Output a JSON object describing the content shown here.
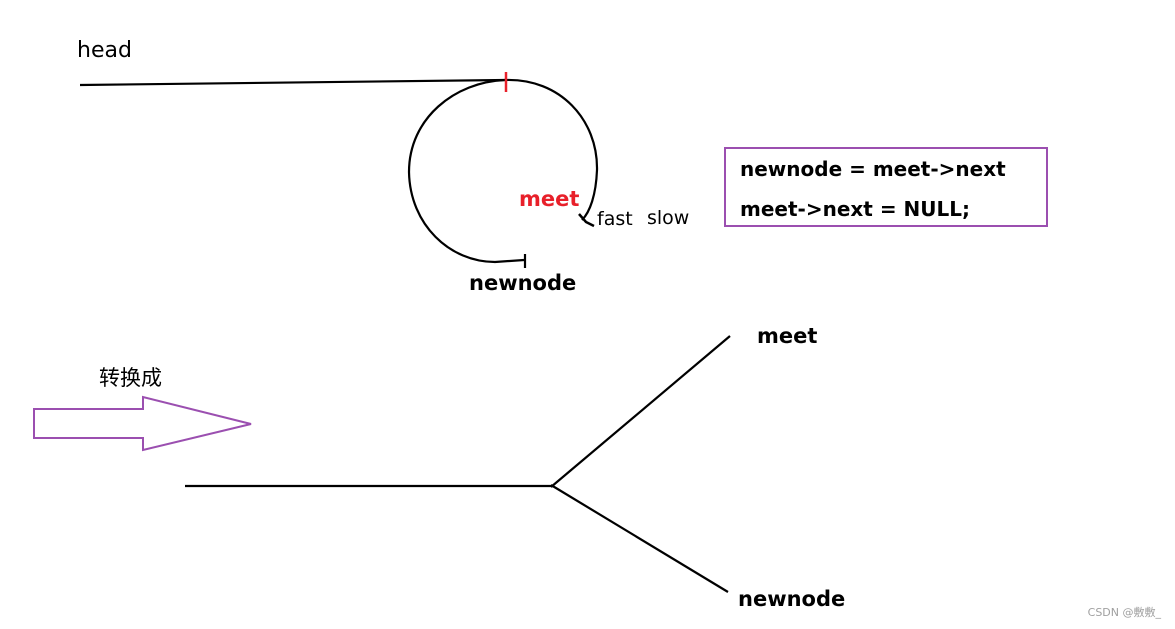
{
  "labels": {
    "head": "head",
    "meet_top": "meet",
    "fast": "fast",
    "slow": "slow",
    "newnode_top": "newnode",
    "convert": "转换成",
    "meet_bottom": "meet",
    "newnode_bottom": "newnode"
  },
  "code": {
    "line1": "newnode = meet->next",
    "line2": "meet->next = NULL;"
  },
  "watermark": "CSDN @敷敷_",
  "colors": {
    "line": "#000000",
    "meet_label": "#e8202a",
    "marker": "#e8202a",
    "box_border": "#9b4fb0",
    "arrow": "#9b4fb0",
    "watermark": "#a0a0a0"
  }
}
